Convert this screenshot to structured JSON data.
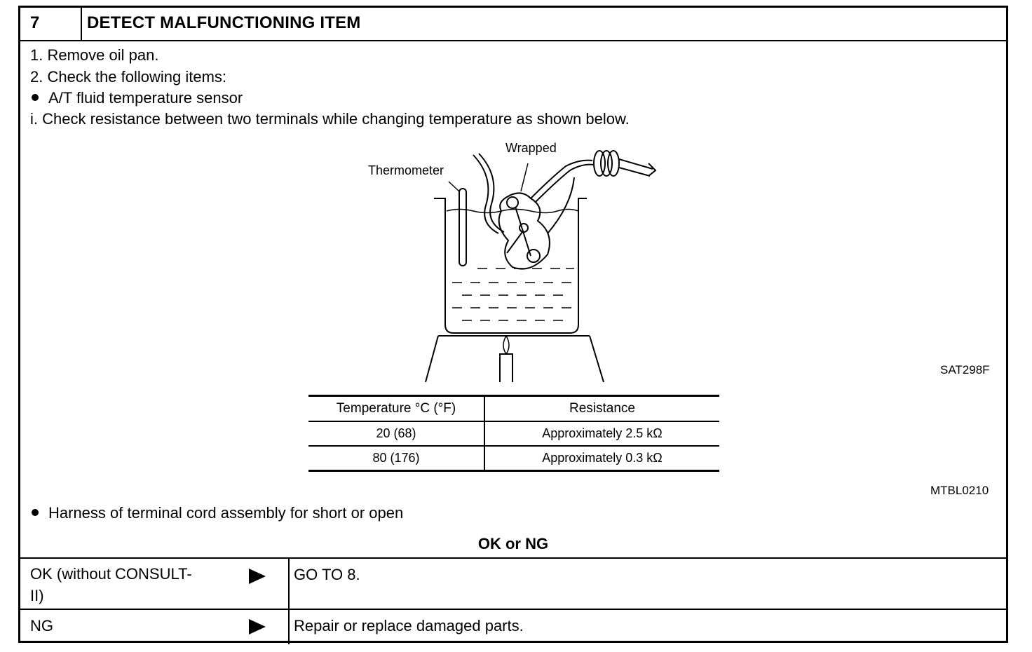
{
  "step": {
    "number": "7",
    "title": "DETECT MALFUNCTIONING ITEM"
  },
  "instructions": {
    "line1": "1.  Remove oil pan.",
    "line2": "2.  Check the following items:",
    "bullet1": "A/T fluid temperature sensor",
    "line3": "i.  Check resistance between two terminals while changing temperature as shown below."
  },
  "figure": {
    "label_thermometer": "Thermometer",
    "label_wrapped": "Wrapped",
    "code": "SAT298F"
  },
  "table": {
    "headers": [
      "Temperature °C (°F)",
      "Resistance"
    ],
    "rows": [
      [
        "20 (68)",
        "Approximately 2.5 kΩ"
      ],
      [
        "80 (176)",
        "Approximately 0.3 kΩ"
      ]
    ],
    "code": "MTBL0210"
  },
  "bullet2": "Harness of terminal cord assembly for short or open",
  "decision": {
    "label": "OK or NG",
    "results": [
      {
        "condition_line1": "OK (without CONSULT-",
        "condition_line2": "II)",
        "action": "GO TO 8."
      },
      {
        "condition": "NG",
        "action": "Repair or replace damaged parts."
      }
    ]
  },
  "icons": {
    "arrow": "right-arrow-icon",
    "bullet": "bullet-dot-icon"
  }
}
